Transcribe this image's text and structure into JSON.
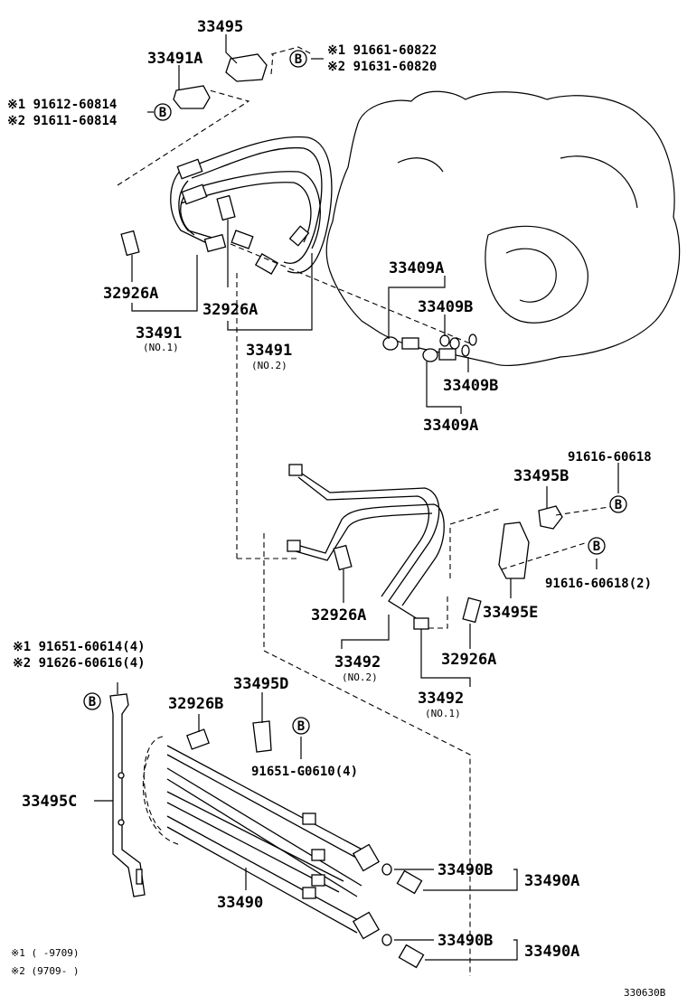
{
  "diagram_code": "330630B",
  "callouts": {
    "c33495": "33495",
    "c33491A": "33491A",
    "b_top_1": "※1 91661-60822",
    "b_top_2": "※2 91631-60820",
    "b_left_1": "※1 91612-60814",
    "b_left_2": "※2 91611-60814",
    "c32926A_1": "32926A",
    "c32926A_2": "32926A",
    "c33491_no1": "33491",
    "c33491_no1_sub": "(NO.1)",
    "c33491_no2": "33491",
    "c33491_no2_sub": "(NO.2)",
    "c33409A_top": "33409A",
    "c33409B_top": "33409B",
    "c33409B_bot": "33409B",
    "c33409A_bot": "33409A",
    "c91616_top": "91616-60618",
    "c33495B": "33495B",
    "c91616_2": "91616-60618(2)",
    "c33495E": "33495E",
    "c32926A_3": "32926A",
    "c32926A_4": "32926A",
    "c33492_no2": "33492",
    "c33492_no2_sub": "(NO.2)",
    "c33492_no1": "33492",
    "c33492_no1_sub": "(NO.1)",
    "b_mid_1": "※1 91651-60614(4)",
    "b_mid_2": "※2 91626-60616(4)",
    "c33495D": "33495D",
    "c32926B": "32926B",
    "c91651": "91651-G0610(4)",
    "c33495C": "33495C",
    "c33490": "33490",
    "c33490B_1": "33490B",
    "c33490A_1": "33490A",
    "c33490B_2": "33490B",
    "c33490A_2": "33490A"
  },
  "bolt_marker": "B",
  "notes": {
    "n1": "※1 (      -9709)",
    "n2": "※2 (9709-      )"
  }
}
